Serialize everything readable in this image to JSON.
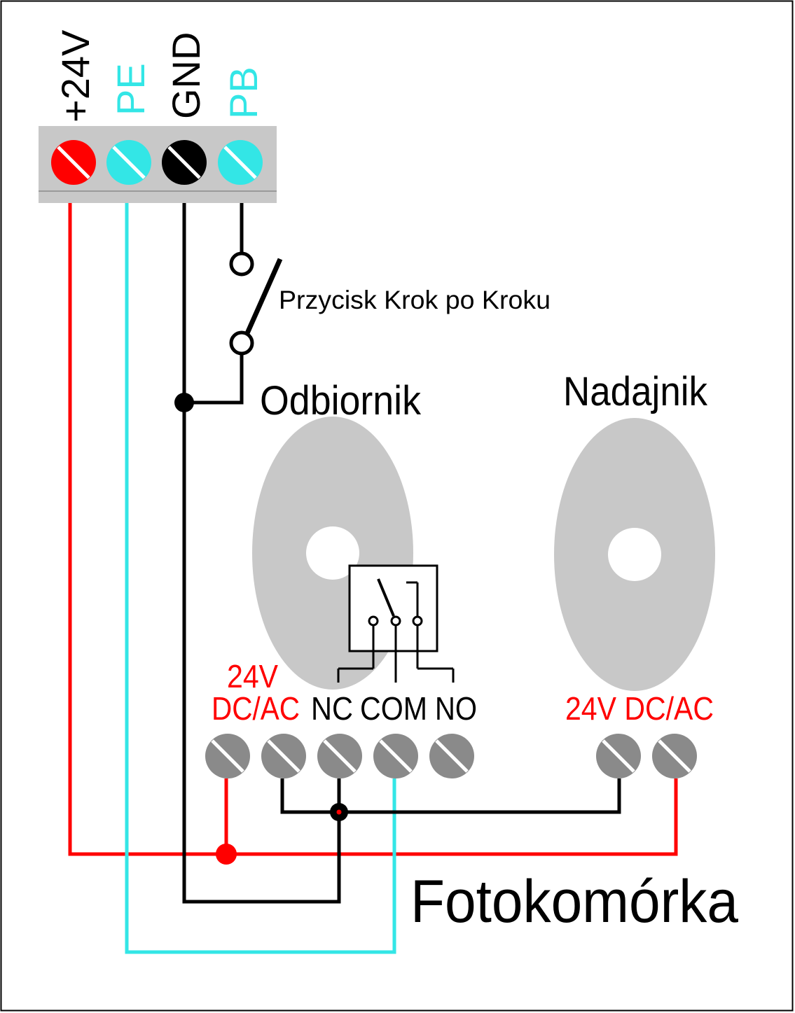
{
  "colors": {
    "red": "#ff0000",
    "cyan": "#33e6e6",
    "black": "#000000",
    "gray": "#c8c8c8",
    "screw_gray": "#8a8a8a",
    "block_gray": "#c8c8c8"
  },
  "top_terminal": {
    "labels": {
      "p24v": "+24V",
      "pe": "PE",
      "gnd": "GND",
      "pb": "PB"
    },
    "screw_icons": [
      "red-screw-icon",
      "cyan-screw-icon",
      "black-screw-icon",
      "cyan-screw-icon"
    ]
  },
  "button_label": "Przycisk Krok po Kroku",
  "receiver": {
    "title": "Odbiornik",
    "power_line1": "24V",
    "power_line2": "DC/AC",
    "nc": "NC",
    "com": "COM",
    "no": "NO"
  },
  "transmitter": {
    "title": "Nadajnik",
    "power": "24V DC/AC"
  },
  "footer_title": "Fotokomórka"
}
